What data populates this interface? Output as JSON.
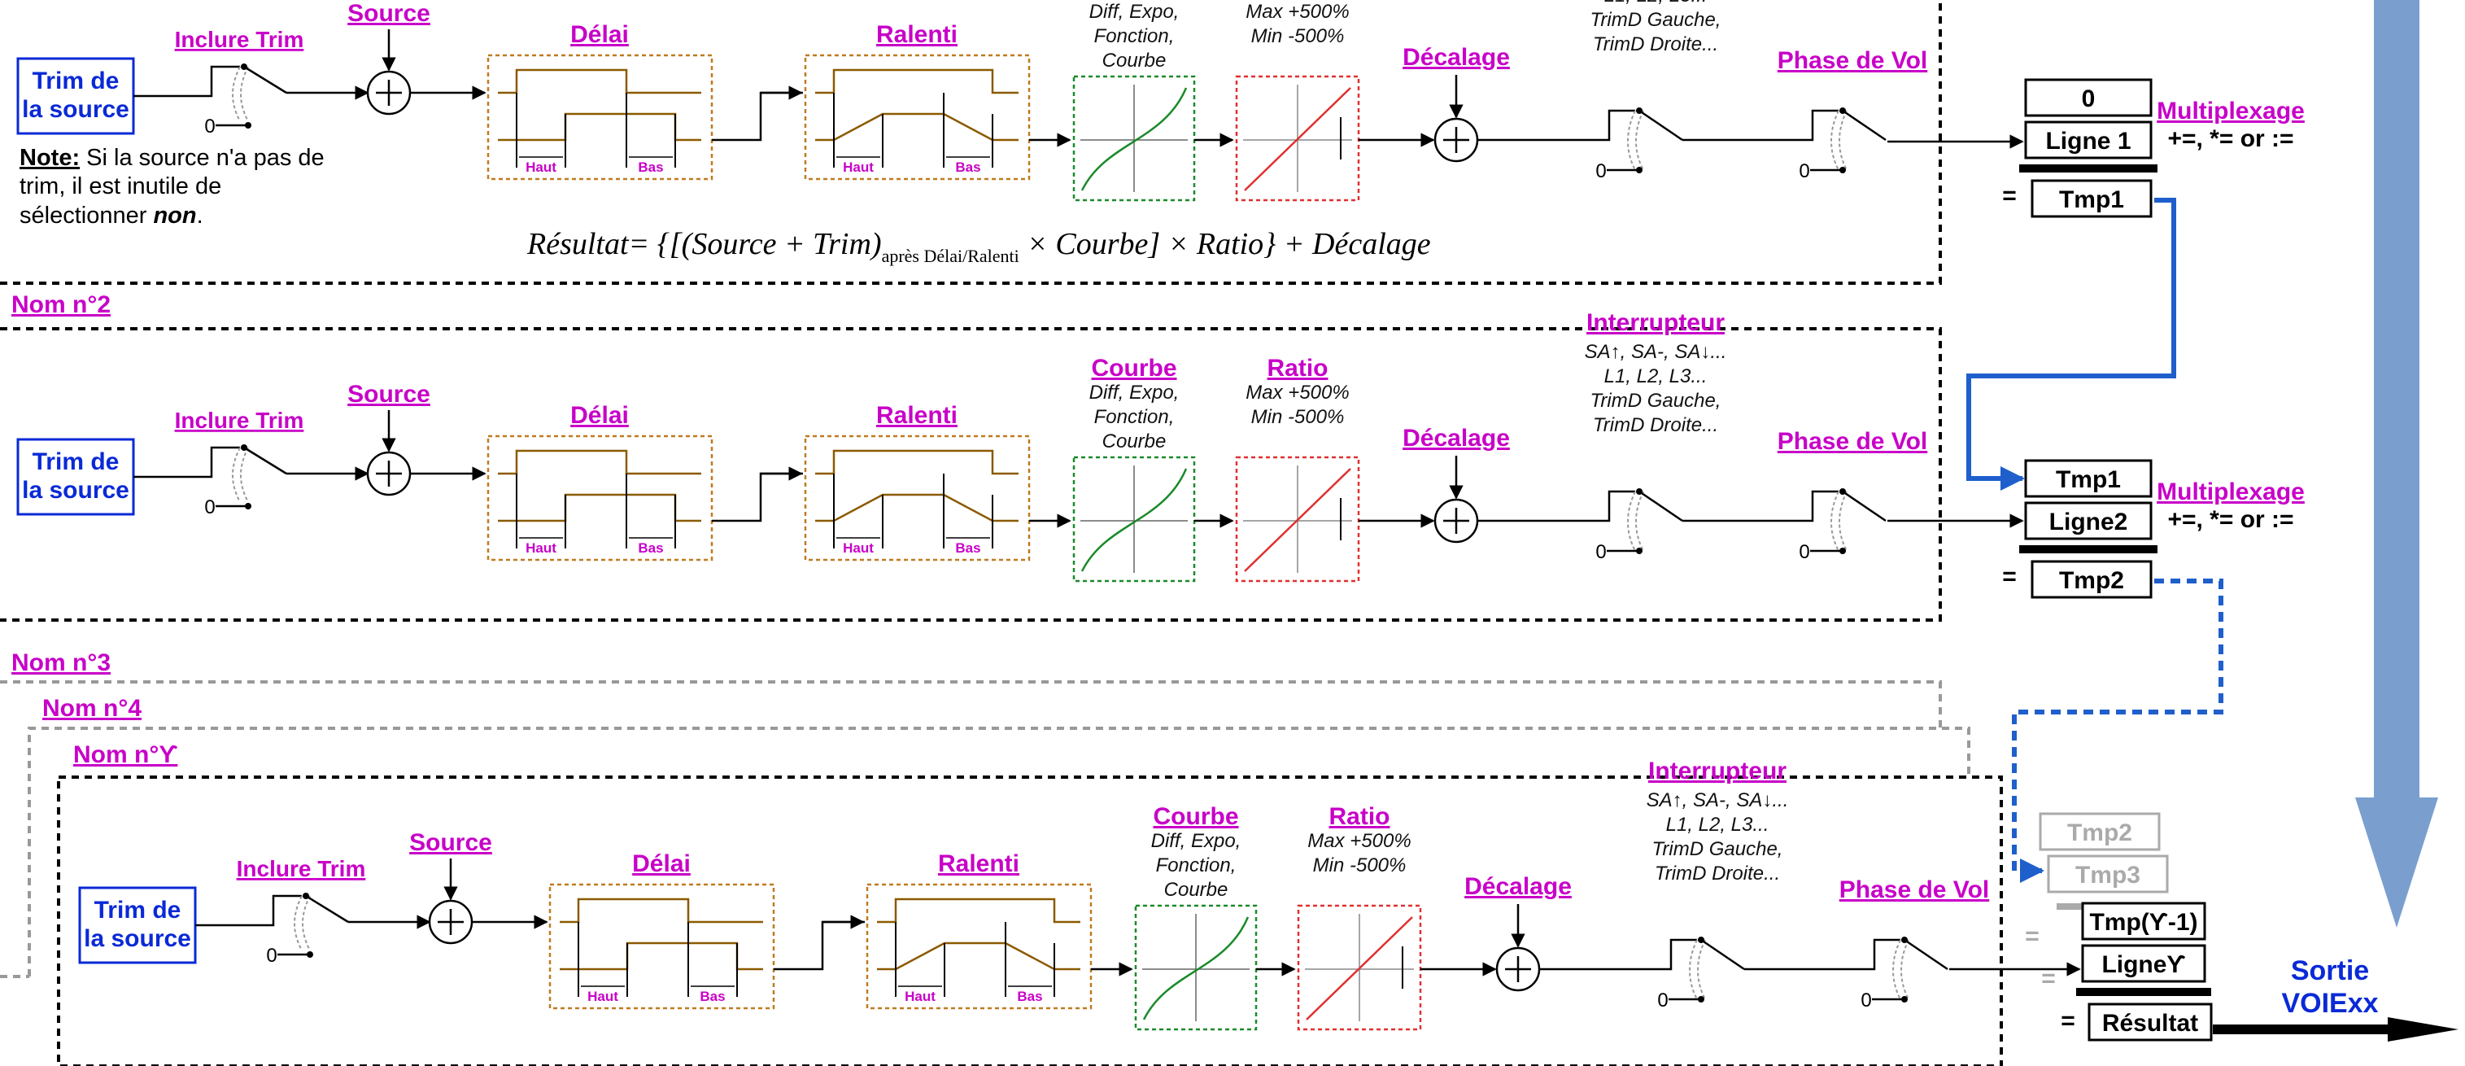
{
  "labels": {
    "inclure_trim": "Inclure Trim",
    "source": "Source",
    "delai": "Délai",
    "ralenti": "Ralenti",
    "courbe": "Courbe",
    "ratio": "Ratio",
    "decalage": "Décalage",
    "interrupteur": "Interrupteur",
    "phase_de_vol": "Phase de Vol",
    "trim_source_l1": "Trim de",
    "trim_source_l2": "la source",
    "zero": "0",
    "haut": "Haut",
    "bas": "Bas",
    "multiplexage": "Multiplexage",
    "mux_ops": "+=, *= or :=",
    "equals": "="
  },
  "courbe_desc": [
    "Diff, Expo,",
    "Fonction,",
    "Courbe"
  ],
  "ratio_desc": [
    "Max +500%",
    "Min -500%"
  ],
  "interrupteur_desc": [
    "SA↑, SA-, SA↓...",
    "L1, L2, L3...",
    "TrimD Gauche,",
    "TrimD Droite..."
  ],
  "note": {
    "bold": "Note:",
    "line1_rest": " Si la source n'a pas de",
    "line2": "trim, il est inutile de",
    "line3_pre": "sélectionner ",
    "line3_em": "non",
    "line3_post": "."
  },
  "formula": {
    "lhs": "Résultat",
    "part1": "= {[(Source + Trim)",
    "sub": "après Délai/Ralenti",
    "part2": " × Courbe] × Ratio} + Décalage"
  },
  "groups": {
    "nom2": "Nom n°2",
    "nom3": "Nom n°3",
    "nom4": "Nom n°4",
    "nomy": "Nom n°ϒ"
  },
  "mux_boxes": {
    "row1": {
      "prev": "0",
      "line": "Ligne 1",
      "result": "Tmp1"
    },
    "row2": {
      "prev": "Tmp1",
      "line": "Ligne2",
      "result": "Tmp2"
    },
    "row3": {
      "ghost1": "Tmp2",
      "ghost2": "Tmp3",
      "prev": "Tmp(ϒ-1)",
      "line": "Ligneϒ",
      "result": "Résultat"
    }
  },
  "output": {
    "line1": "Sortie",
    "line2": "VOIExx"
  },
  "colors": {
    "magenta": "#c800c8",
    "blue": "#0a2ad6",
    "delay_border": "#c07a20",
    "delay_trace": "#8b5a00",
    "courbe": "#1a8a2a",
    "ratio": "#e03030",
    "wire_blue": "#1f5fcc",
    "big_arrow": "#7a9fcf",
    "ghost": "#aaaaaa"
  }
}
